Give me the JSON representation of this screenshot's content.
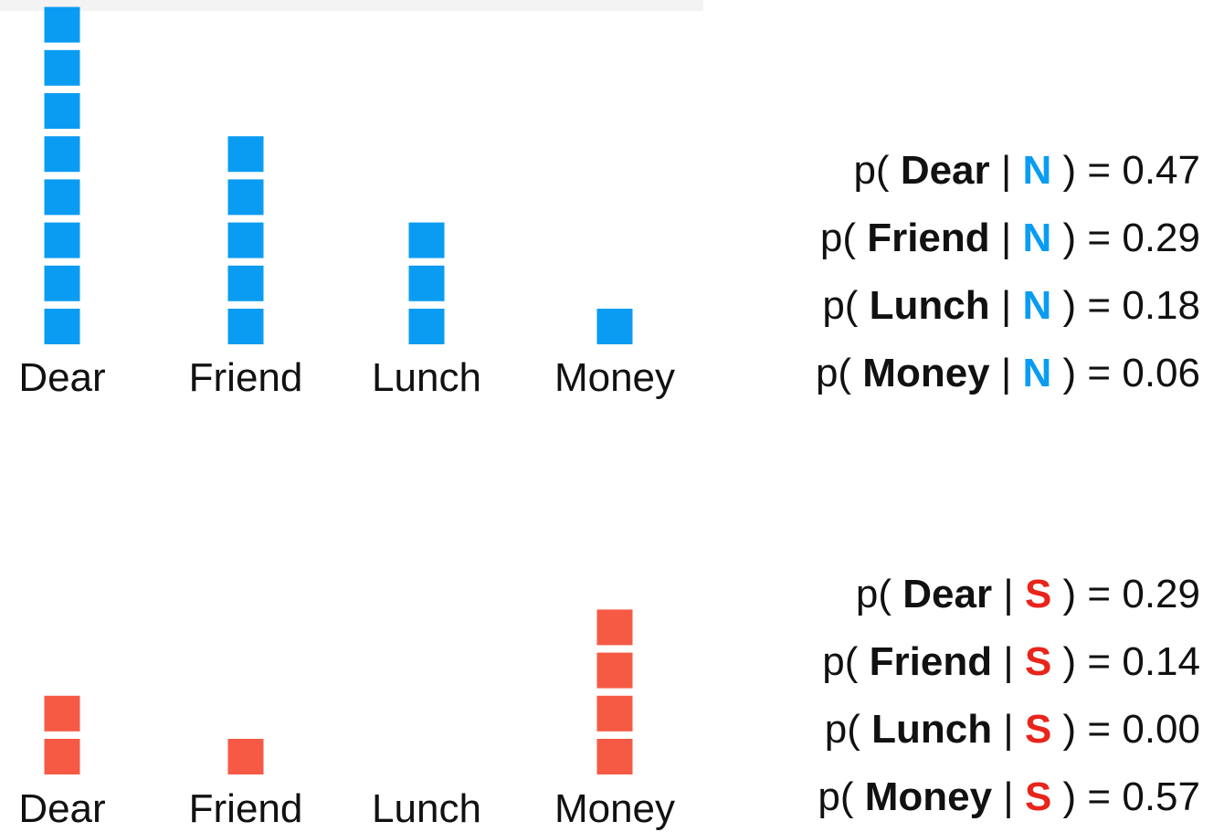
{
  "chart_data": [
    {
      "type": "bar",
      "categories": [
        "Dear",
        "Friend",
        "Lunch",
        "Money"
      ],
      "values": [
        8,
        5,
        3,
        1
      ],
      "class": "N",
      "color": "#0a9cf2",
      "probabilities": [
        {
          "word": "Dear",
          "value": "0.47"
        },
        {
          "word": "Friend",
          "value": "0.29"
        },
        {
          "word": "Lunch",
          "value": "0.18"
        },
        {
          "word": "Money",
          "value": "0.06"
        }
      ]
    },
    {
      "type": "bar",
      "categories": [
        "Dear",
        "Friend",
        "Lunch",
        "Money"
      ],
      "values": [
        2,
        1,
        0,
        4
      ],
      "class": "S",
      "color": "#f65a45",
      "probabilities": [
        {
          "word": "Dear",
          "value": "0.29"
        },
        {
          "word": "Friend",
          "value": "0.14"
        },
        {
          "word": "Lunch",
          "value": "0.00"
        },
        {
          "word": "Money",
          "value": "0.57"
        }
      ]
    }
  ],
  "labels": {
    "open": "p(",
    "close": ") =",
    "sep": "|"
  },
  "class_colors": {
    "N": "#0a9cf2",
    "S": "#e8241b"
  }
}
